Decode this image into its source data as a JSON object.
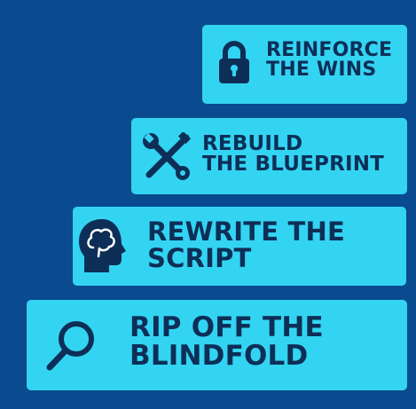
{
  "colors": {
    "background": "#0a4a8f",
    "step_fill": "#33d4f2",
    "text_and_icon": "#0d2f57"
  },
  "steps": [
    {
      "icon": "lock-icon",
      "line1": "REINFORCE",
      "line2": "THE WINS"
    },
    {
      "icon": "tools-icon",
      "line1": "REBUILD",
      "line2": "THE BLUEPRINT"
    },
    {
      "icon": "head-brain-icon",
      "line1": "REWRITE THE",
      "line2": "SCRIPT"
    },
    {
      "icon": "magnifying-glass-icon",
      "line1": "RIP OFF THE",
      "line2": "BLINDFOLD"
    }
  ]
}
